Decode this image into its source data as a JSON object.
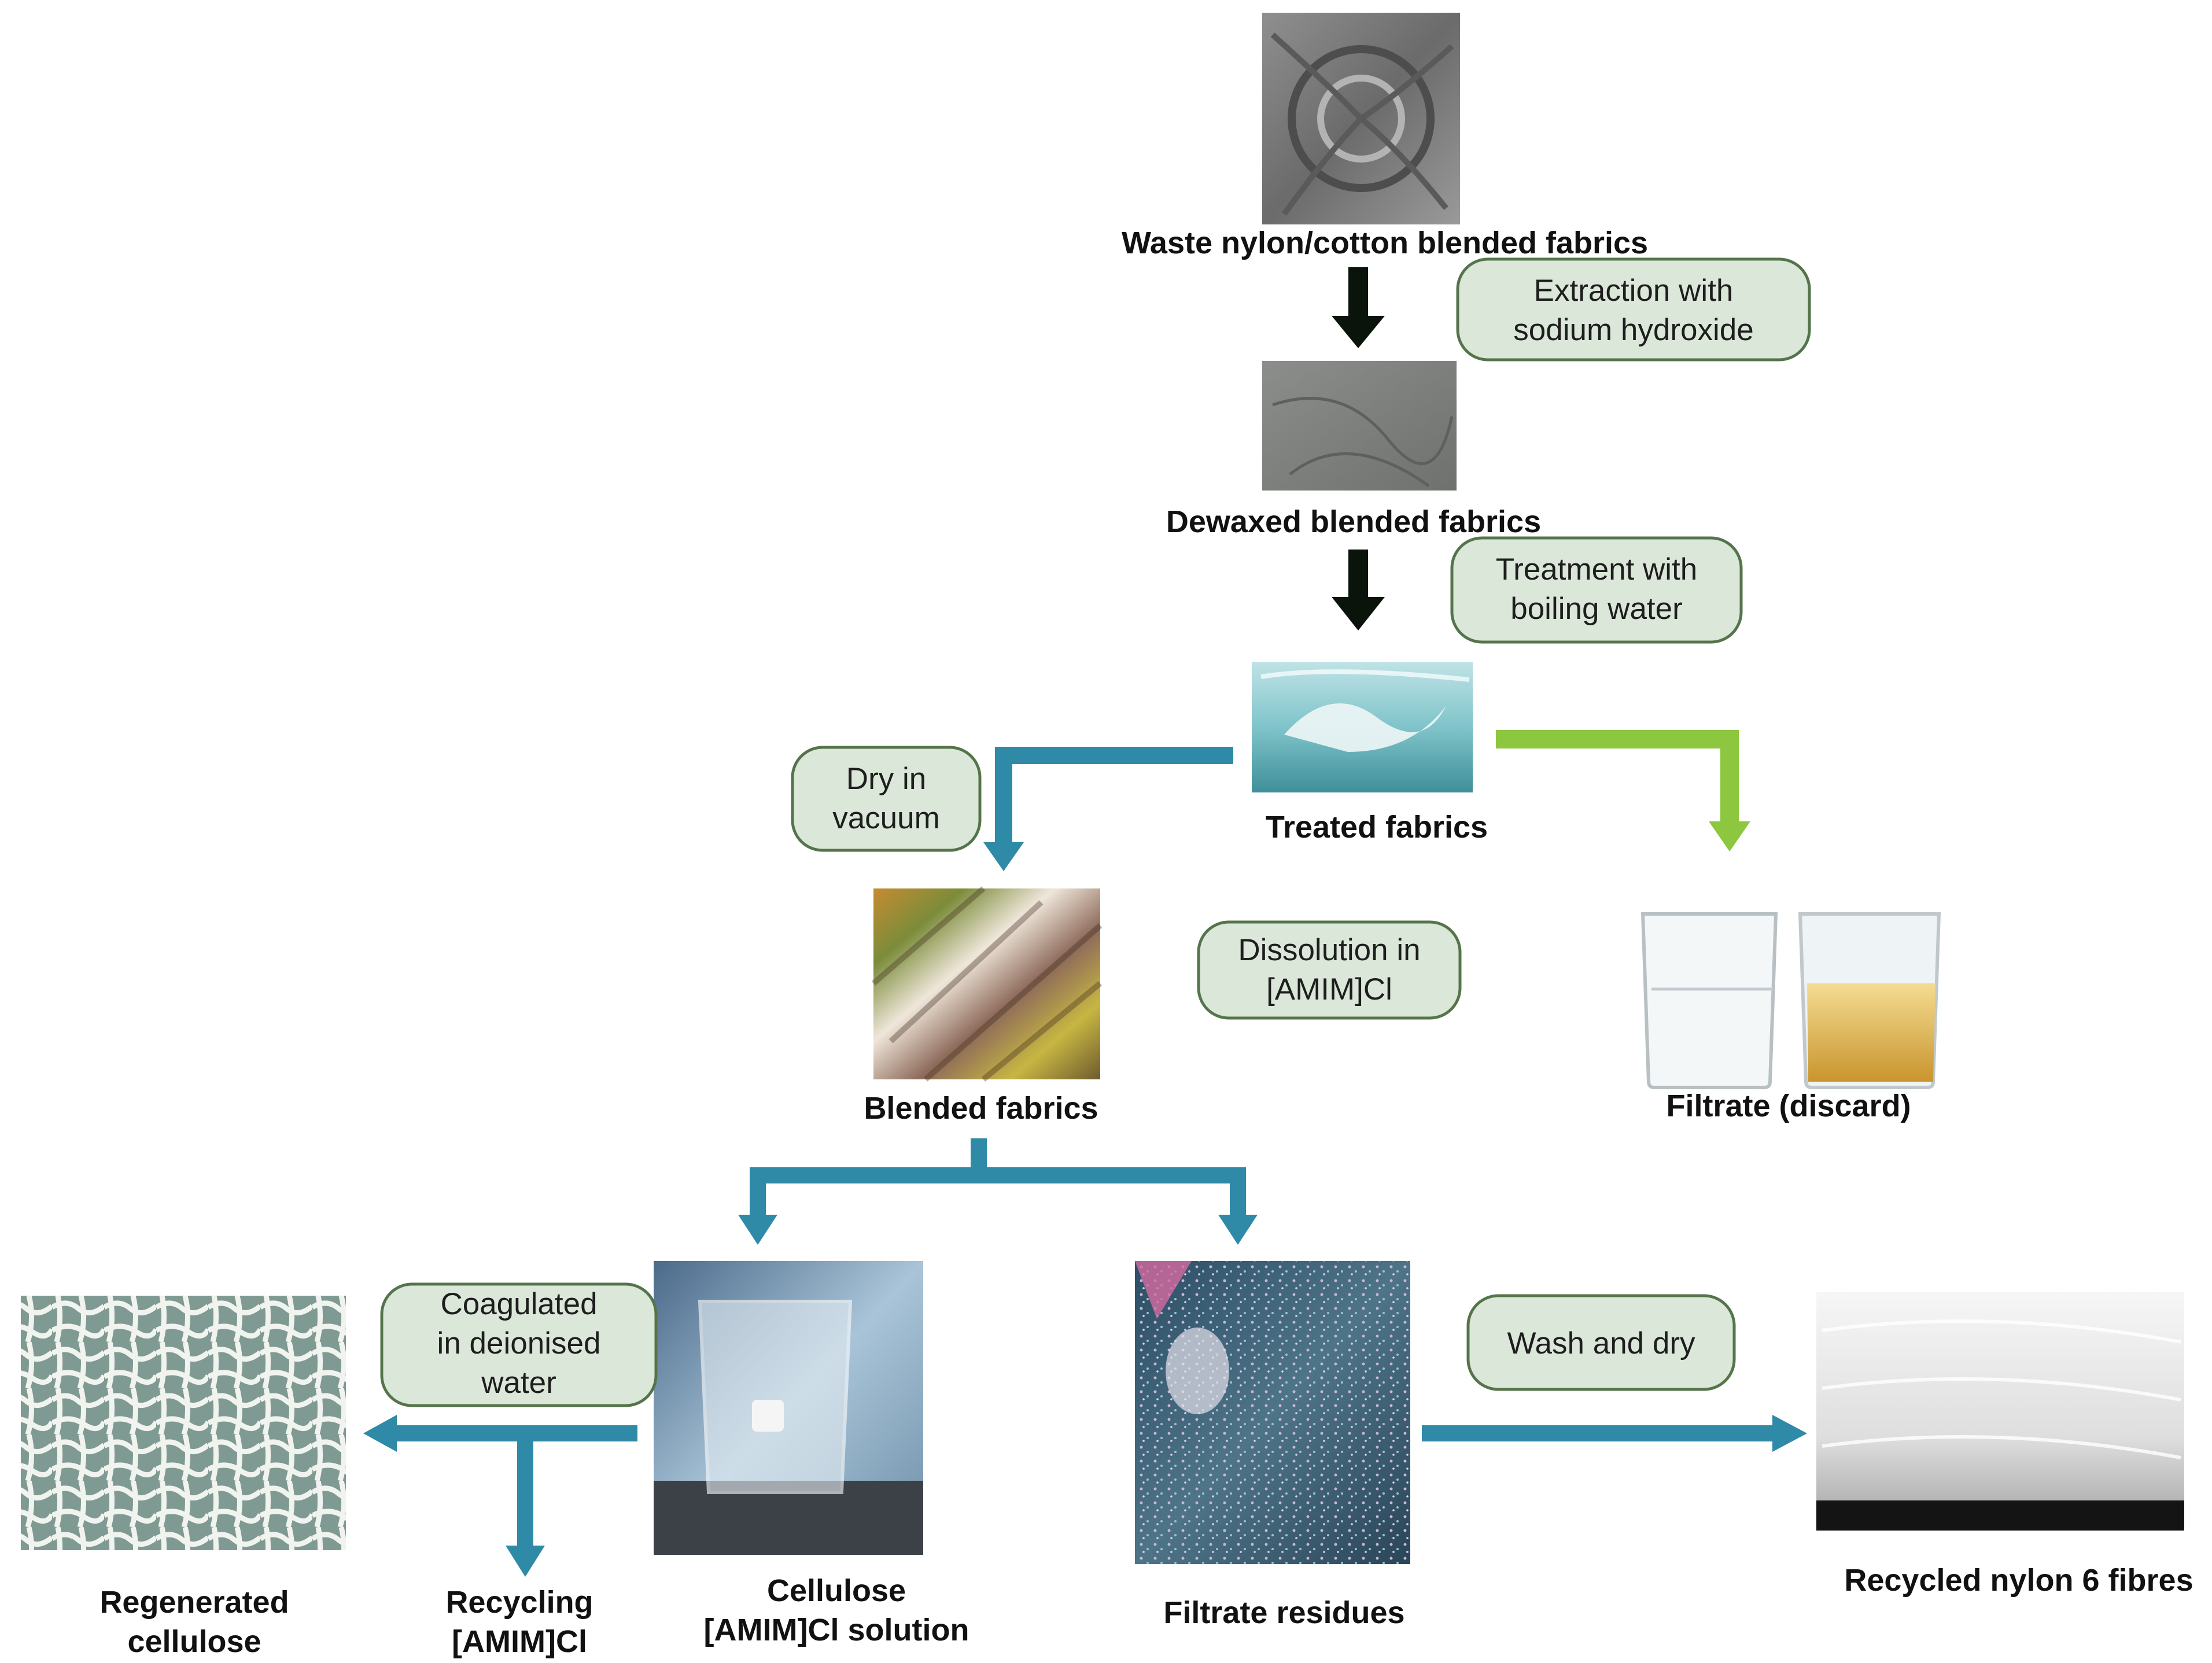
{
  "title": "",
  "colors": {
    "dark_arrow": "#0b140b",
    "teal_arrow": "#2e8aa6",
    "green_arrow": "#8dc63f",
    "step_fill": "#dbe7d9",
    "step_border": "#56744b",
    "label_text": "#111111"
  },
  "nodes": {
    "waste": {
      "label": "Waste nylon/cotton blended fabrics",
      "image": "grey-twisted-fabric"
    },
    "dewaxed": {
      "label": "Dewaxed blended fabrics",
      "image": "grey-wrinkled-fabric"
    },
    "treated": {
      "label": "Treated fabrics",
      "image": "fabric-in-water"
    },
    "blended": {
      "label": "Blended fabrics",
      "image": "colorful-twisted-yarns"
    },
    "filtrate": {
      "label": "Filtrate (discard)",
      "image": "two-beakers-clear-and-amber"
    },
    "solution": {
      "label_1": "Cellulose",
      "label_2": "[AMIM]Cl solution",
      "image": "beaker-on-hotplate"
    },
    "residues": {
      "label": "Filtrate residues",
      "image": "dark-speckled-residue"
    },
    "regenerated": {
      "label_1": "Regenerated",
      "label_2": "cellulose",
      "image": "white-cellulose-network"
    },
    "recycling": {
      "label_1": "Recycling",
      "label_2": "[AMIM]Cl"
    },
    "nylon": {
      "label": "Recycled nylon 6 fibres",
      "image": "white-nylon-fibres"
    }
  },
  "steps": {
    "extraction": {
      "line_1": "Extraction with",
      "line_2": "sodium hydroxide"
    },
    "treatment": {
      "line_1": "Treatment with",
      "line_2": "boiling water"
    },
    "dry": {
      "line_1": "Dry in",
      "line_2": "vacuum"
    },
    "dissolution": {
      "line_1": "Dissolution in",
      "line_2": "[AMIM]Cl"
    },
    "coagulated": {
      "line_1": "Coagulated",
      "line_2": "in deionised",
      "line_3": "water"
    },
    "wash": {
      "line_1": "Wash and dry"
    }
  }
}
